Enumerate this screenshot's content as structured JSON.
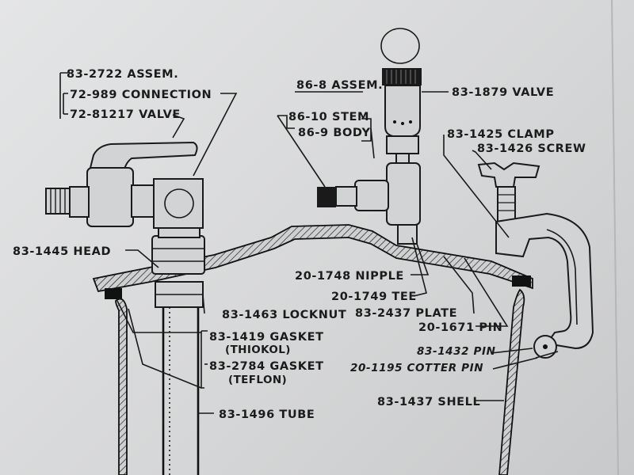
{
  "labels": {
    "assem_2722": "83-2722 ASSEM.",
    "connection": "72-989 CONNECTION",
    "valve_81217": "72-81217 VALVE",
    "assem_86_8": "86-8 ASSEM.",
    "stem": "86-10 STEM",
    "body": "86-9 BODY",
    "valve_1879": "83-1879 VALVE",
    "clamp": "83-1425 CLAMP",
    "screw": "83-1426 SCREW",
    "head": "83-1445 HEAD",
    "nipple": "20-1748 NIPPLE",
    "tee": "20-1749 TEE",
    "plate": "83-2437 PLATE",
    "locknut": "83-1463 LOCKNUT",
    "pin_1671": "20-1671 PIN",
    "gasket_thiokol": "83-1419 GASKET",
    "thiokol": "(THIOKOL)",
    "pin_1432": "83-1432 PIN",
    "gasket_teflon": "83-2784 GASKET",
    "teflon": "(TEFLON)",
    "cotter_pin": "20-1195 COTTER PIN",
    "tube": "83-1496 TUBE",
    "shell": "83-1437 SHELL"
  }
}
